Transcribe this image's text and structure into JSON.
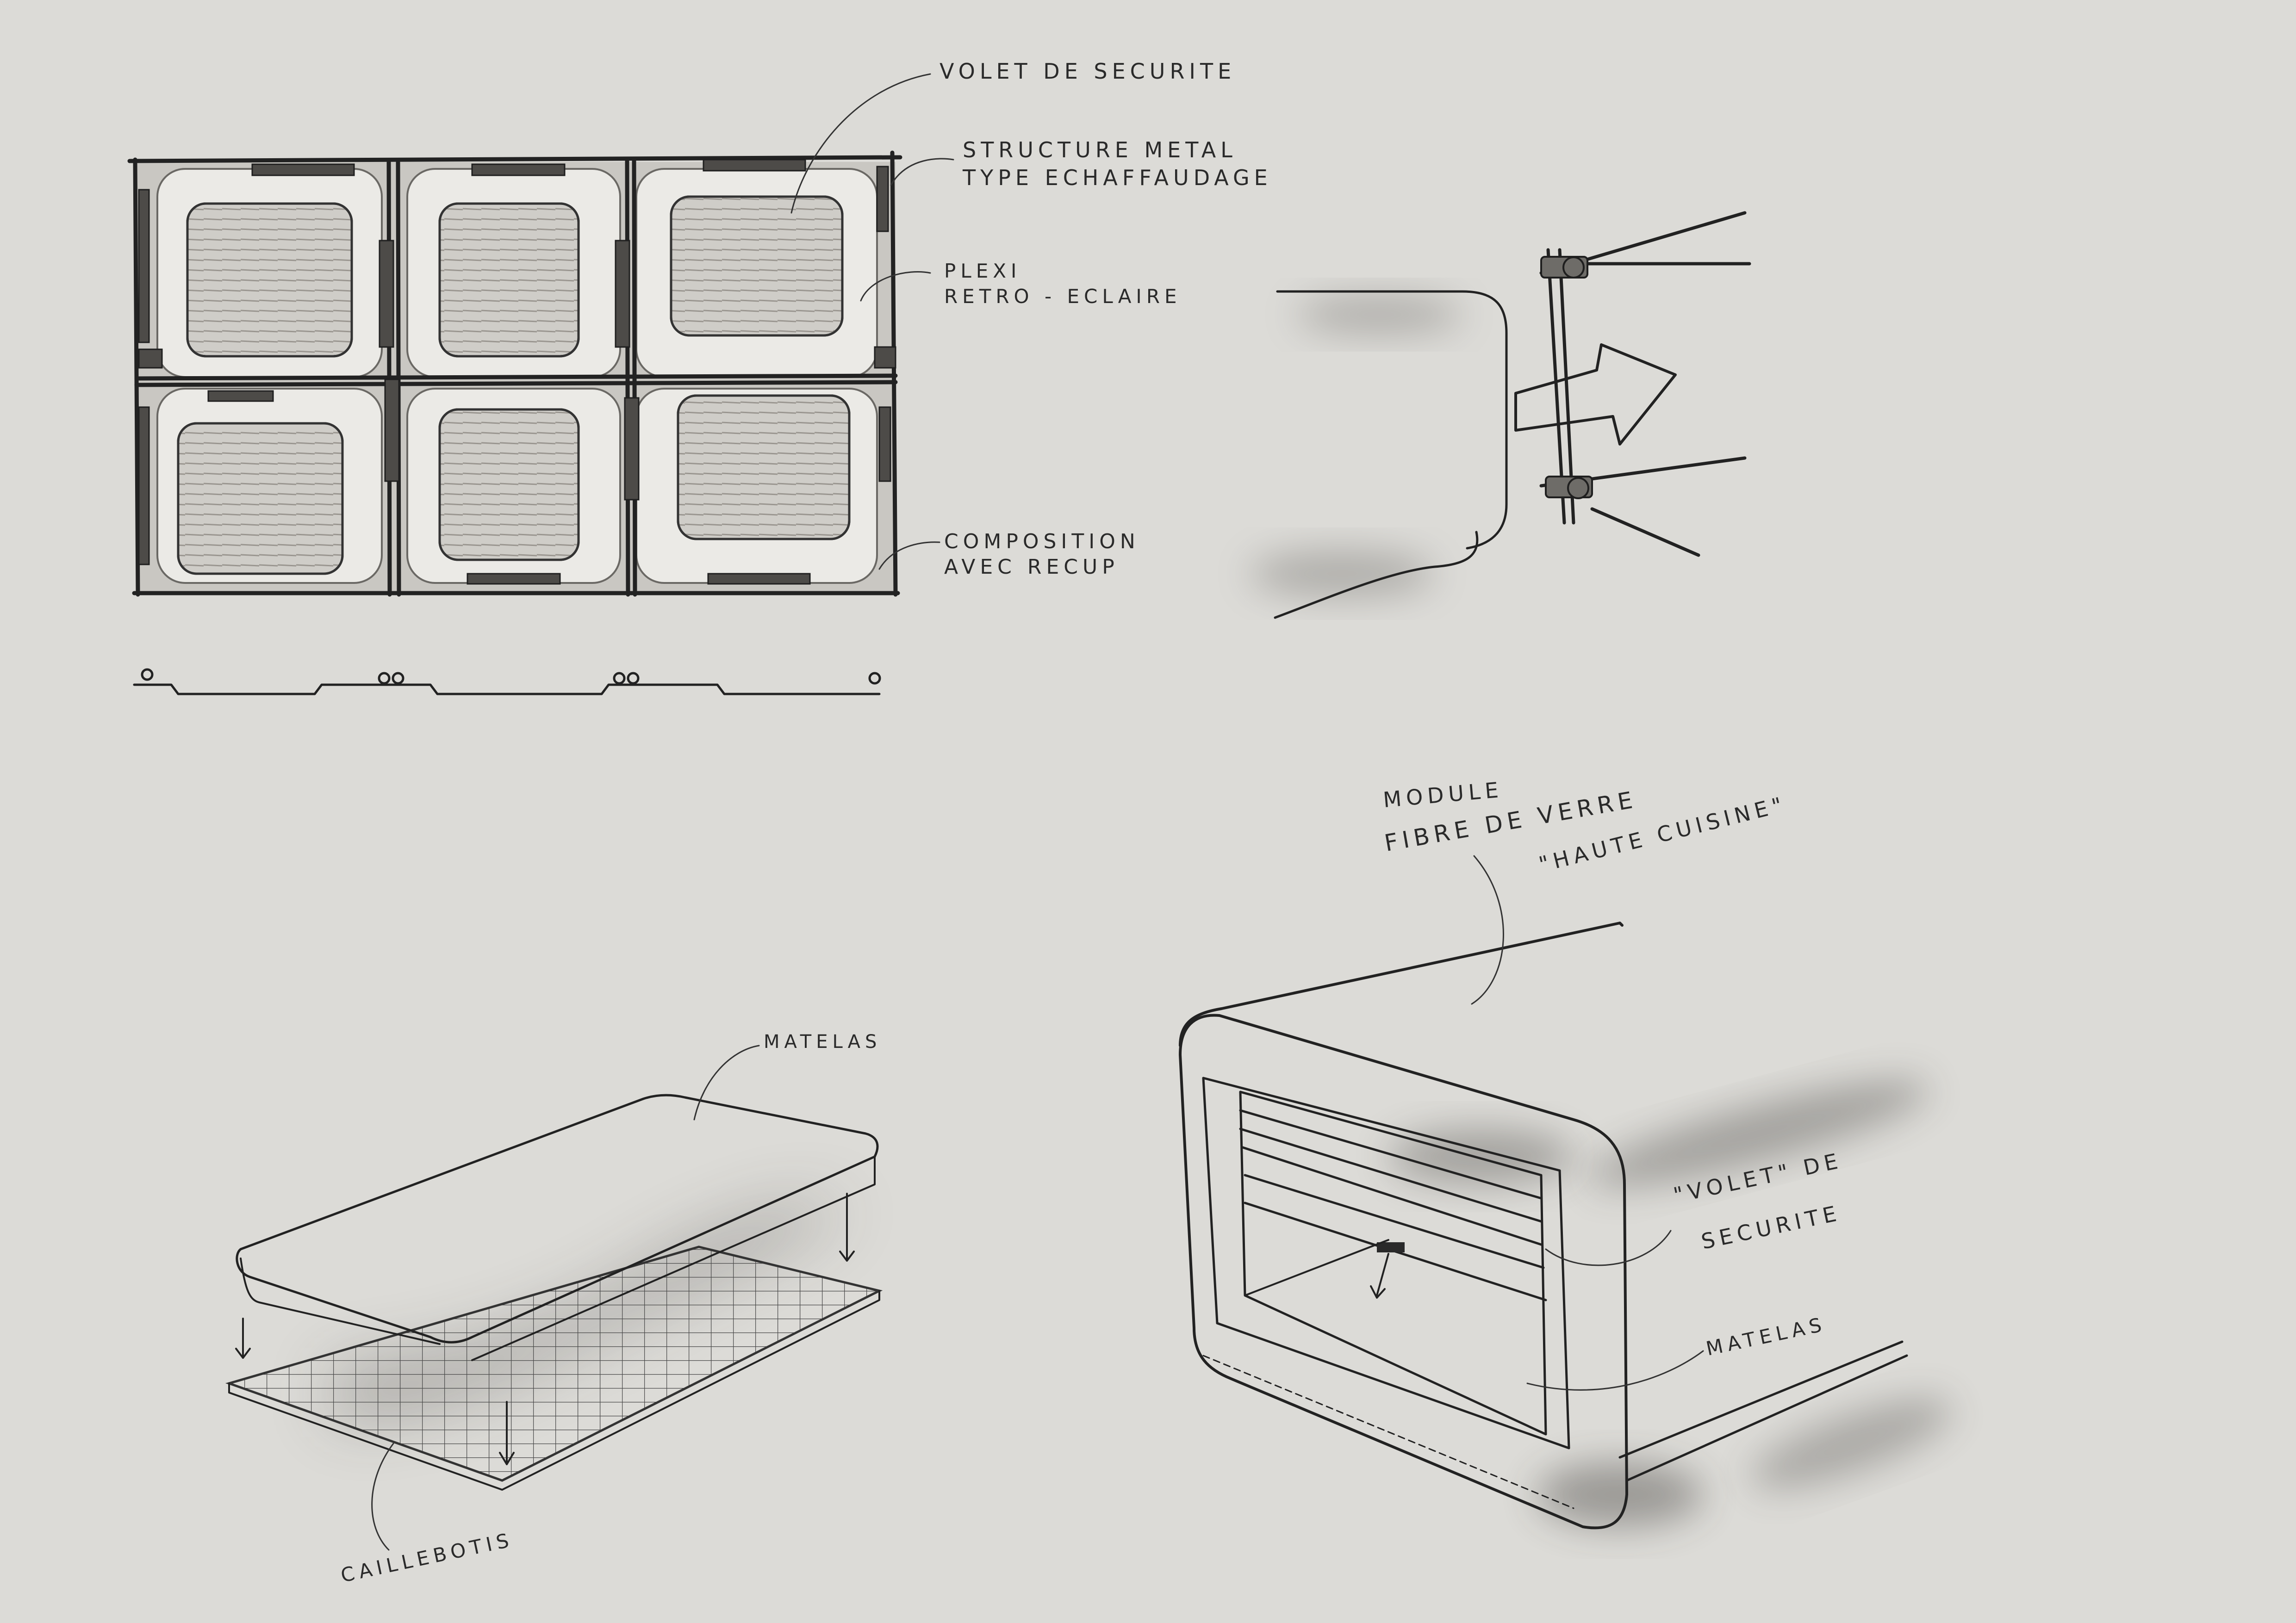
{
  "background_color": "#dcdbd7",
  "ink_color": "#222222",
  "annotations": {
    "volet_securite": "VOLET DE SECURITE",
    "structure_metal_1": "STRUCTURE METAL",
    "structure_metal_2": "TYPE ECHAFFAUDAGE",
    "plexi_1": "PLEXI",
    "plexi_2": "RETRO - ECLAIRE",
    "composition_1": "COMPOSITION",
    "composition_2": "AVEC RECUP",
    "module_1": "MODULE",
    "module_2": "FIBRE DE VERRE",
    "module_3": "\"HAUTE CUISINE\"",
    "matelas_top": "MATELAS",
    "caillebotis": "CAILLEBOTIS",
    "volet_module_1": "\"VOLET\" DE",
    "volet_module_2": "SECURITE",
    "matelas_module": "MATELAS"
  }
}
